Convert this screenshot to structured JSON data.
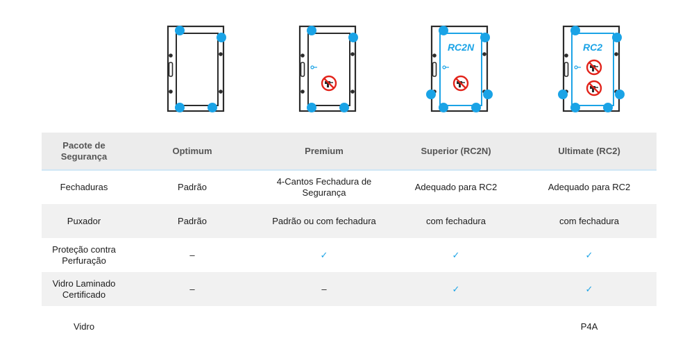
{
  "icons": [
    {
      "label": "",
      "shield_count": 0
    },
    {
      "label": "",
      "shield_count": 1
    },
    {
      "label": "RC2N",
      "shield_count": 1
    },
    {
      "label": "RC2",
      "shield_count": 2
    }
  ],
  "colors": {
    "accent": "#1aa3e6",
    "frame": "#2b2b2b",
    "forbidden": "#e2231a",
    "header_bg": "#ececec",
    "row_shade": "#f1f1f1"
  },
  "table": {
    "headers": [
      "Pacote de Segurança",
      "Optimum",
      "Premium",
      "Superior (RC2N)",
      "Ultimate (RC2)"
    ],
    "rows": [
      {
        "label": "Fechaduras",
        "cells": [
          "Padrão",
          "4-Cantos Fechadura de Segurança",
          "Adequado para RC2",
          "Adequado para RC2"
        ]
      },
      {
        "label": "Puxador",
        "cells": [
          "Padrão",
          "Padrão ou com fechadura",
          "com fechadura",
          "com fechadura"
        ]
      },
      {
        "label": "Proteção contra Perfuração",
        "cells": [
          "–",
          "✓",
          "✓",
          "✓"
        ]
      },
      {
        "label": "Vidro Laminado Certificado",
        "cells": [
          "–",
          "–",
          "✓",
          "✓"
        ]
      },
      {
        "label": "Vidro",
        "cells": [
          "",
          "",
          "",
          "P4A"
        ]
      }
    ]
  }
}
